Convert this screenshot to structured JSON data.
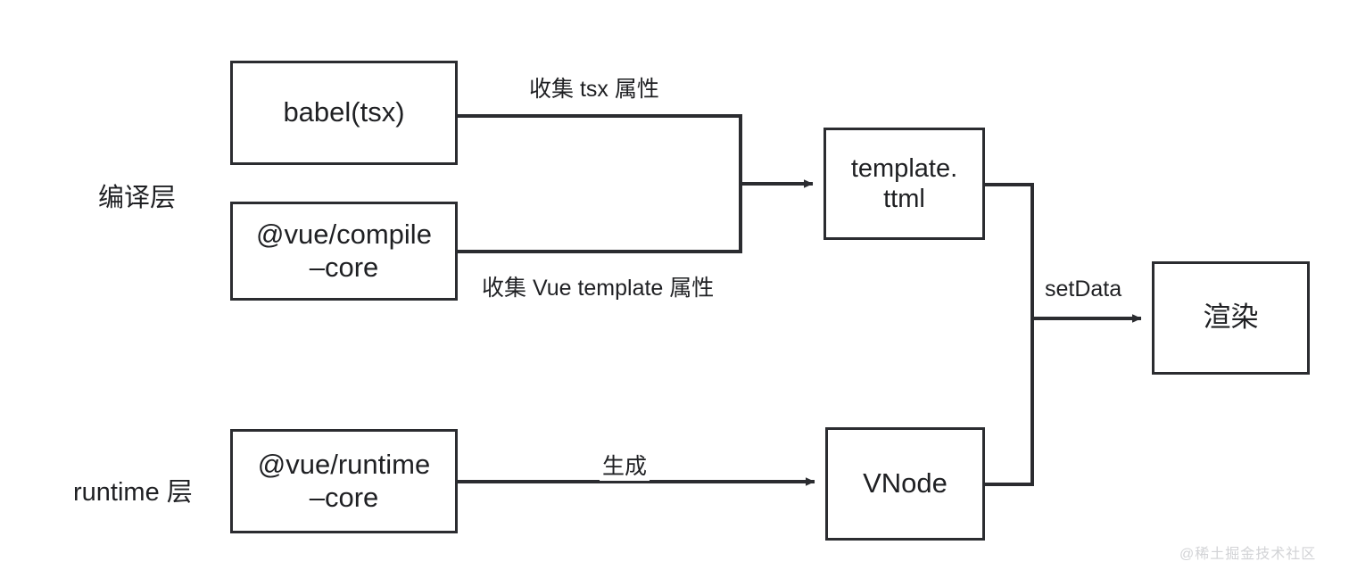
{
  "diagram": {
    "title": "Vue compile / runtime pipeline",
    "background_color": "#ffffff",
    "line_color": "#2b2c30",
    "text_color": "#1f2023",
    "lanes": [
      {
        "id": "compile",
        "label": "编译层"
      },
      {
        "id": "runtime",
        "label": "runtime 层"
      }
    ],
    "nodes": [
      {
        "id": "babel",
        "label": "babel(tsx)"
      },
      {
        "id": "compile",
        "label": "@vue/compile\n–core"
      },
      {
        "id": "template",
        "label": "template.\nttml"
      },
      {
        "id": "render",
        "label": "渲染"
      },
      {
        "id": "runtime",
        "label": "@vue/runtime\n–core"
      },
      {
        "id": "vnode",
        "label": "VNode"
      }
    ],
    "edges": [
      {
        "id": "babel-to-template",
        "from": "babel",
        "to": "template",
        "label": "收集 tsx 属性"
      },
      {
        "id": "compile-to-template",
        "from": "compile",
        "to": "template",
        "label": "收集 Vue template 属性"
      },
      {
        "id": "template-to-render",
        "from": "template",
        "to": "render",
        "label": "setData"
      },
      {
        "id": "vnode-to-render",
        "from": "vnode",
        "to": "render",
        "label": ""
      },
      {
        "id": "runtime-to-vnode",
        "from": "runtime",
        "to": "vnode",
        "label": "生成"
      }
    ],
    "watermark": "@稀土掘金技术社区"
  }
}
